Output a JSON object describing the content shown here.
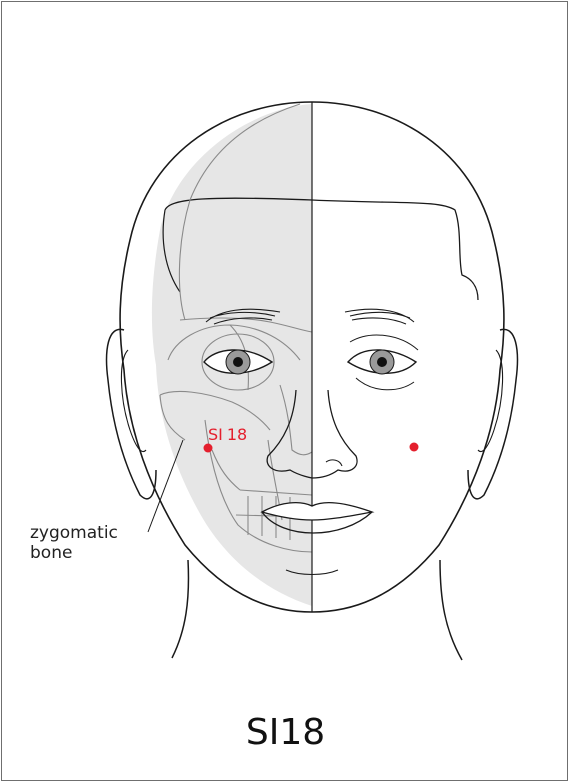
{
  "title": "SI18",
  "point_label_abbrev": "SI",
  "point_label_number": "18",
  "annotation": {
    "line1": "zygomatic",
    "line2": "bone"
  },
  "colors": {
    "point": "#e41f2d",
    "shade": "#e6e6e6",
    "line": "#1a1a1a",
    "bone": "#8a8a8a"
  },
  "icons": [
    "acupuncture-point-marker"
  ]
}
